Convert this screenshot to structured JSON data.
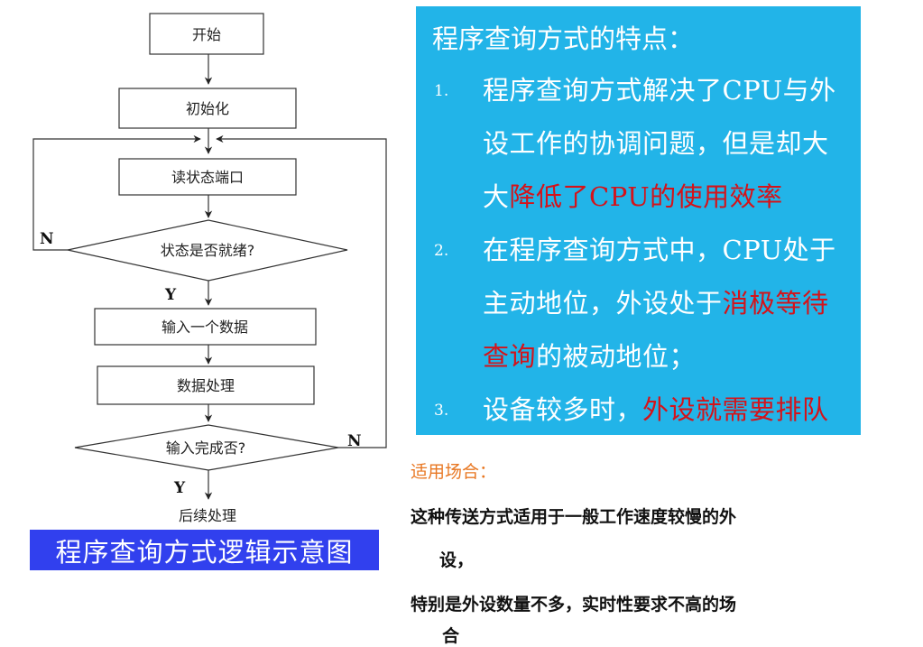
{
  "flowchart": {
    "start": "开始",
    "init": "初始化",
    "read_port": "读状态端口",
    "ready_check": "状态是否就绪?",
    "input_data": "输入一个数据",
    "process": "数据处理",
    "done_check": "输入完成否?",
    "after": "后续处理",
    "no_label": "N",
    "yes_label": "Y"
  },
  "caption": "程序查询方式逻辑示意图",
  "panel": {
    "title": "程序查询方式的特点：",
    "items": [
      {
        "num": "1.",
        "l1": "程序查询方式解决了CPU与外",
        "l2": "设工作的协调问题，但是却大",
        "l3a": "大",
        "l3b": "降低了CPU的使用效率"
      },
      {
        "num": "2.",
        "l1": "在程序查询方式中，CPU处于",
        "l2a": "主动地位，外设处于",
        "l2b": "消极等待",
        "l3a": "查询",
        "l3b": "的被动地位；"
      },
      {
        "num": "3.",
        "l1a": "设备较多时，",
        "l1b": "外设就需要排队"
      }
    ]
  },
  "usage": {
    "title": "适用场合：",
    "line1": "这种传送方式适用于一般工作速度较慢的外",
    "line2": "设，",
    "line3": "特别是外设数量不多，实时性要求不高的场",
    "line4": "合"
  },
  "colors": {
    "panel_bg": "#22b4e8",
    "caption_bg": "#3140ee",
    "highlight": "#d4131a",
    "usage_title": "#e87722"
  }
}
